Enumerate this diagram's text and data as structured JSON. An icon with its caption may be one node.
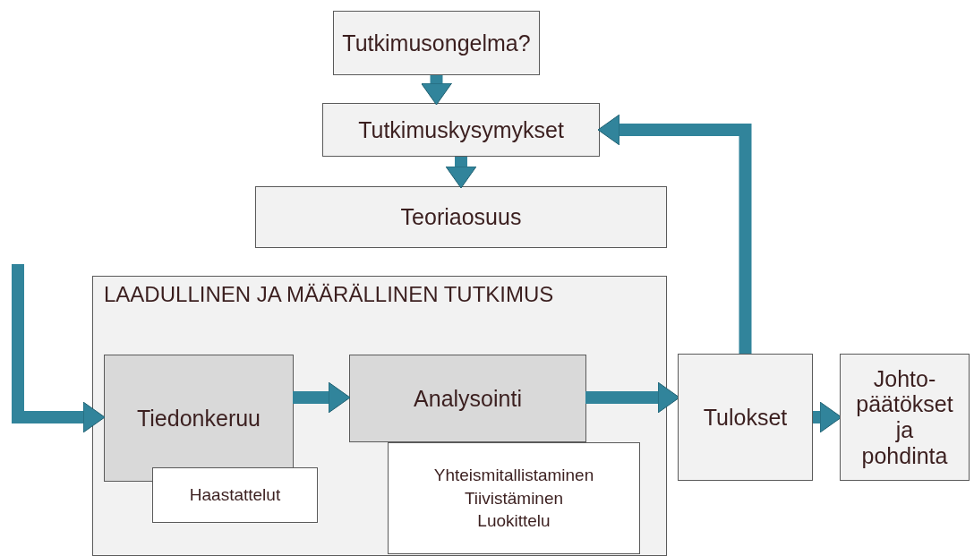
{
  "diagram": {
    "nodes": [
      {
        "text": [
          "Tutkimusongelma?"
        ]
      },
      {
        "text": [
          "Tutkimuskysymykset"
        ]
      },
      {
        "text": [
          "Teoriaosuus"
        ]
      },
      {
        "text": [
          "LAADULLINEN JA MÄÄRÄLLINEN TUTKIMUS"
        ]
      },
      {
        "text": [
          "Tiedonkeruu"
        ],
        "in": 3
      },
      {
        "text": [
          "Haastattelut"
        ],
        "in": 3
      },
      {
        "text": [
          "Analysointi"
        ],
        "in": 3
      },
      {
        "text": [
          "Yhteismitallistaminen",
          "Tiivistäminen",
          "Luokittelu"
        ],
        "in": 3
      },
      {
        "text": [
          "Tulokset"
        ]
      },
      {
        "text": [
          "Johto- päätökset ja pohdinta"
        ]
      }
    ],
    "edges": [
      {
        "from": 0,
        "to": 1,
        "arrow": "to"
      },
      {
        "from": 1,
        "to": 2,
        "arrow": "to"
      },
      {
        "from": null,
        "to": 4,
        "arrow": "to"
      },
      {
        "from": 4,
        "to": 6,
        "arrow": "to"
      },
      {
        "from": 6,
        "to": 8,
        "arrow": "to"
      },
      {
        "from": 8,
        "to": 9,
        "arrow": "to"
      },
      {
        "from": 8,
        "to": 1,
        "arrow": "to"
      }
    ]
  }
}
